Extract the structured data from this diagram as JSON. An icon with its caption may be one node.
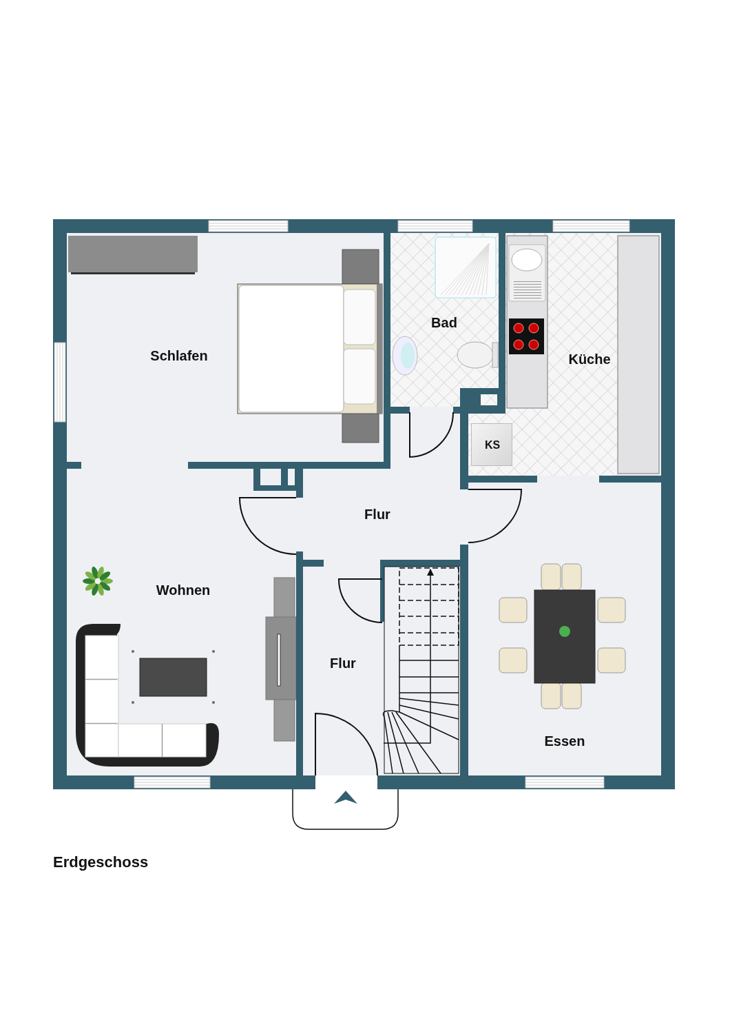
{
  "diagram": {
    "caption": "Erdgeschoss",
    "nodes": [
      {
        "text": [
          "Schlafen"
        ]
      },
      {
        "text": [
          "Bad"
        ]
      },
      {
        "text": [
          "Küche"
        ]
      },
      {
        "text": [
          "KS"
        ]
      },
      {
        "text": [
          "Flur"
        ]
      },
      {
        "text": [
          "Wohnen"
        ]
      },
      {
        "text": [
          "Flur"
        ]
      },
      {
        "text": [
          "Essen"
        ]
      }
    ]
  }
}
